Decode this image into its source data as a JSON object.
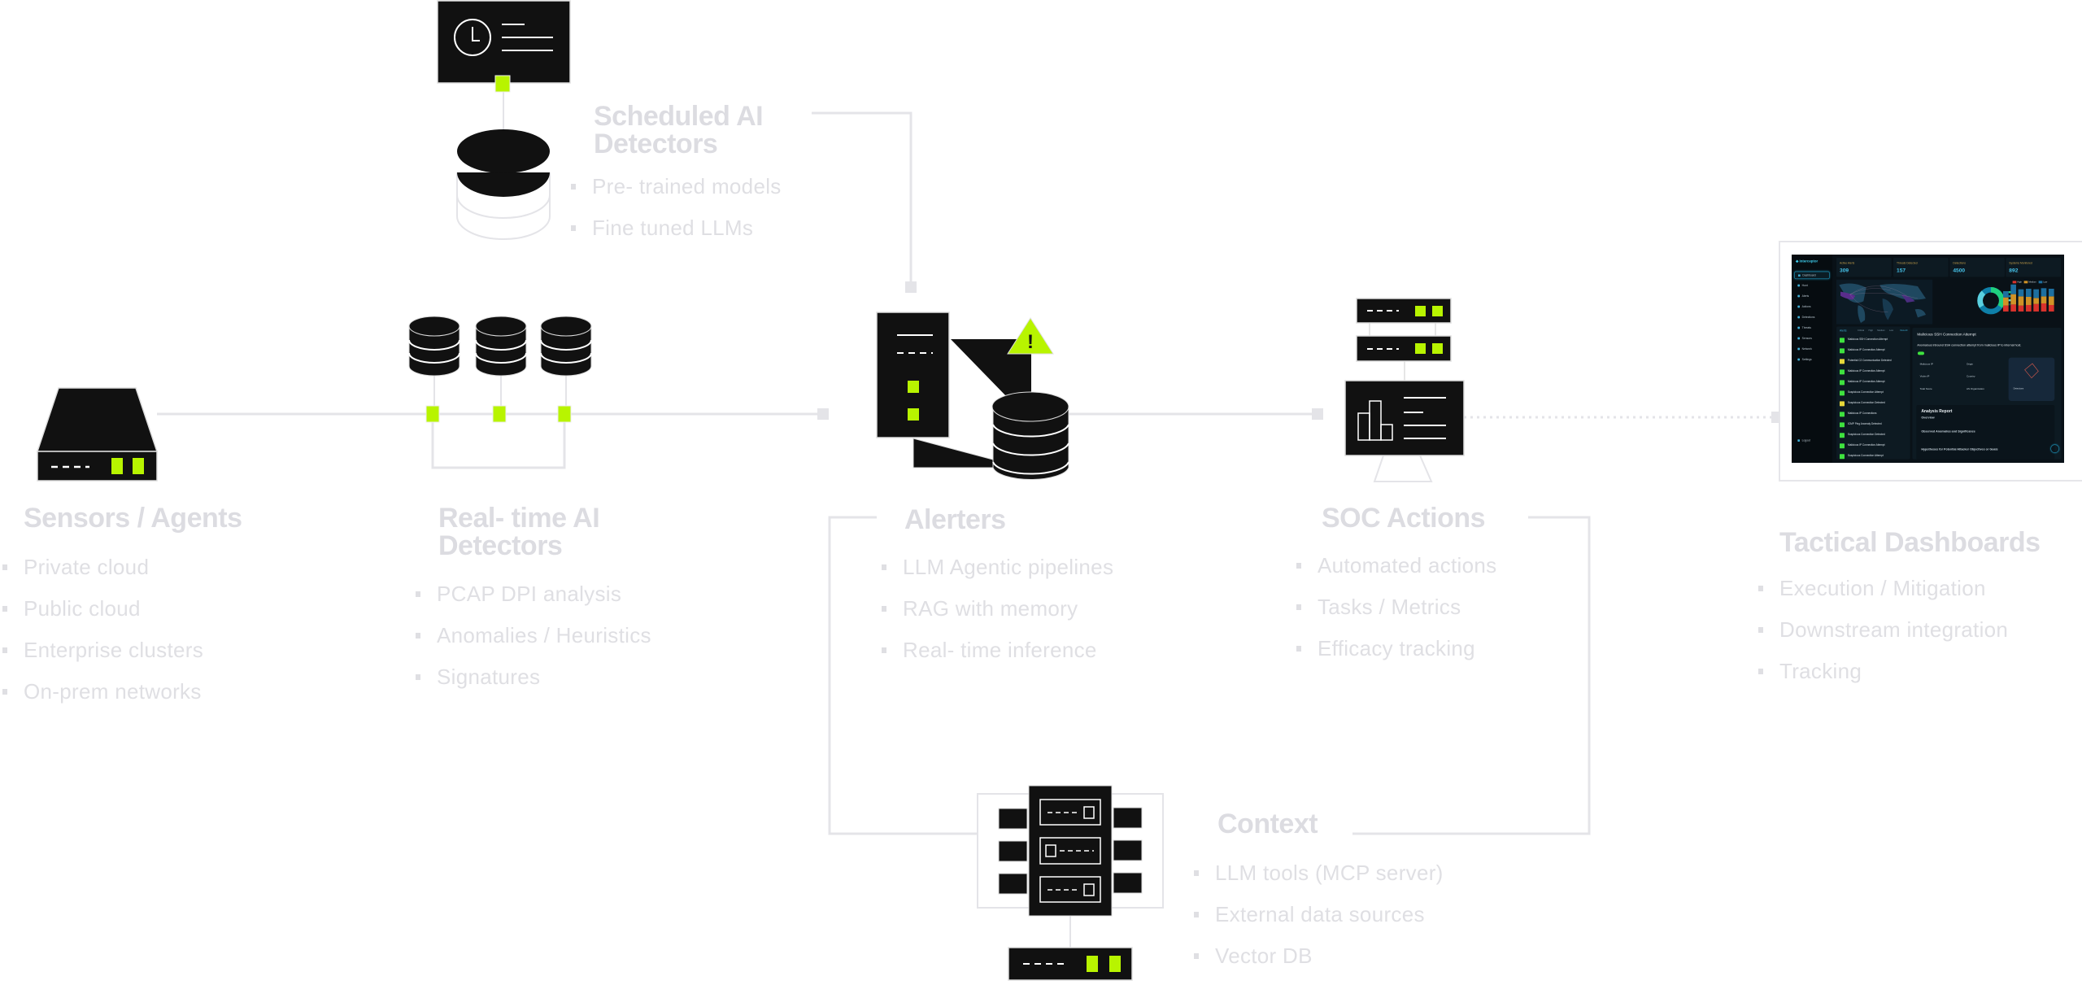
{
  "colors": {
    "accent": "#b8f400",
    "device": "#111111",
    "text": "#dcdce1",
    "line": "#e4e4e8"
  },
  "sensors": {
    "title": "Sensors / Agents",
    "items": [
      "Private cloud",
      "Public cloud",
      "Enterprise clusters",
      "On-prem networks"
    ]
  },
  "realtime": {
    "title_line1": "Real- time AI",
    "title_line2": "Detectors",
    "items": [
      "PCAP DPI analysis",
      "Anomalies / Heuristics",
      "Signatures"
    ]
  },
  "scheduled": {
    "title_line1": "Scheduled AI",
    "title_line2": "Detectors",
    "items": [
      "Pre- trained models",
      "Fine tuned LLMs"
    ]
  },
  "alerters": {
    "title": "Alerters",
    "items": [
      "LLM Agentic pipelines",
      "RAG with memory",
      "Real- time inference"
    ],
    "warning_symbol": "!"
  },
  "soc": {
    "title": "SOC Actions",
    "items": [
      "Automated actions",
      "Tasks / Metrics",
      "Efficacy tracking"
    ]
  },
  "context": {
    "title": "Context",
    "items": [
      "LLM tools (MCP server)",
      "External data sources",
      "Vector DB"
    ]
  },
  "tactical": {
    "title": "Tactical Dashboards",
    "items": [
      "Execution / Mitigation",
      "Downstream integration",
      "Tracking"
    ]
  },
  "dashboard": {
    "app_name": "Interceptor",
    "nav": [
      "Dashboard",
      "Hunt",
      "Alerts",
      "Actions",
      "Detections",
      "Threats",
      "Sensors",
      "Network",
      "Settings"
    ],
    "logout": "Logout",
    "kpis": [
      {
        "label": "Active Alerts",
        "value": "309"
      },
      {
        "label": "Threats Detected",
        "value": "157"
      },
      {
        "label": "Detections",
        "value": "4500"
      },
      {
        "label": "Systems Monitored",
        "value": "892"
      }
    ],
    "legend": [
      "High",
      "Medium",
      "Low"
    ],
    "alerts_title": "Alerts",
    "alert_filters": [
      "Critical",
      "High",
      "Medium",
      "Low"
    ],
    "view_all": "View All",
    "alerts": [
      {
        "name": "Malicious SSH Connection Attempt",
        "severity": "low"
      },
      {
        "name": "Malicious IP Connection Attempt",
        "severity": "low"
      },
      {
        "name": "Potential C2 Communication Detected",
        "severity": "medium"
      },
      {
        "name": "Malicious IP Connection Attempt",
        "severity": "low"
      },
      {
        "name": "Malicious IP Connection Attempt",
        "severity": "low"
      },
      {
        "name": "Suspicious Connection Attempt",
        "severity": "low"
      },
      {
        "name": "Suspicious Connection Detected",
        "severity": "medium"
      },
      {
        "name": "Malicious IP Connections",
        "severity": "low"
      },
      {
        "name": "ICMP Ping Anomaly Detected",
        "severity": "low"
      },
      {
        "name": "Suspicious Connection Detected",
        "severity": "low"
      },
      {
        "name": "Malicious IP Connection Attempt",
        "severity": "low"
      },
      {
        "name": "Suspicious Connection Attempt",
        "severity": "low"
      }
    ],
    "detail": {
      "title": "Malicious SSH Connection Attempt",
      "summary": "Anomalous inbound SSH connection attempt from malicious IP to internal host.",
      "fields": [
        "Malicious IP",
        "Origin",
        "Victim IP",
        "Country",
        "Total Score",
        "AS Organization"
      ],
      "detections_label": "Detections",
      "report_title": "Analysis Report",
      "sections": [
        "Overview",
        "Observed Anomalies and Significance",
        "Hypotheses for Potential Attacker Objectives or Goals"
      ]
    }
  }
}
